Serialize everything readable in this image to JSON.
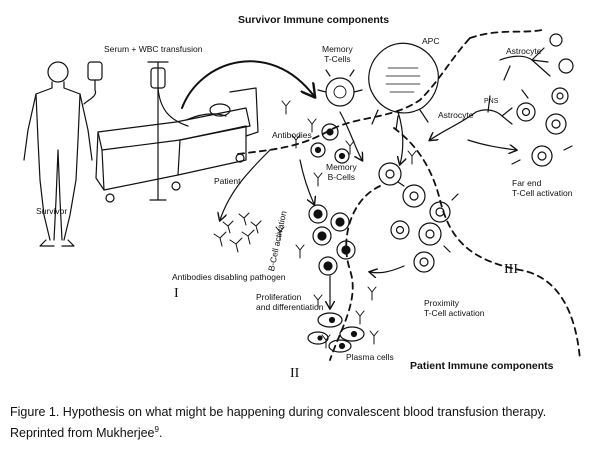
{
  "diagram": {
    "header_survivor": "Survivor Immune components",
    "header_patient": "Patient Immune components",
    "labels": {
      "apc": "APC",
      "memory_t_cells": "Memory\nT-Cells",
      "astrocyte_top": "Astrocyte",
      "astrocyte_mid": "Astrocyte",
      "pns": "PNS",
      "serum_transfusion": "Serum + WBC transfusion",
      "survivor": "Survivor",
      "patient": "Patient",
      "antibodies": "Antibodies",
      "memory_b_cells": "Memory\nB-Cells",
      "b_cell_activation": "B-Cell activation",
      "antibodies_disabling": "Antibodies disabling pathogen",
      "proliferation": "Proliferation\nand differentiation",
      "plasma_cells": "Plasma cells",
      "proximity": "Proximity\nT-Cell activation",
      "far_end": "Far end\nT-Cell activation"
    },
    "roman": {
      "one": "I",
      "two": "II",
      "three": "III"
    }
  },
  "caption": {
    "text": "Figure 1. Hypothesis on what might be happening during convalescent blood transfusion therapy. Reprinted from Mukherjee",
    "superscript": "9",
    "end": "."
  }
}
